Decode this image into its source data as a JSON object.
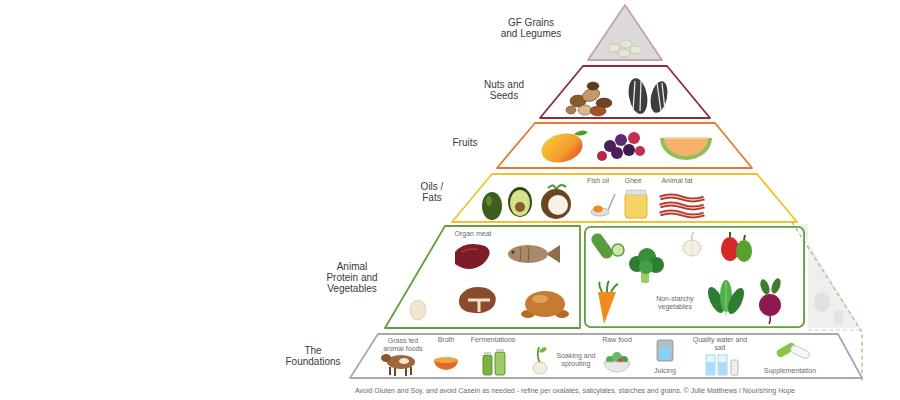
{
  "diagram": {
    "nodes": [
      {
        "text": [
          "GF Grains and Legumes"
        ]
      },
      {
        "text": [
          "Nuts and Seeds"
        ]
      },
      {
        "text": [
          "Fruits"
        ]
      },
      {
        "text": [
          "Oils / Fats",
          "Fish oil",
          "Ghee",
          "Animal fat"
        ]
      },
      {
        "text": [
          "Animal Protein and Vegetables"
        ]
      },
      {
        "text": [
          "Organ meat"
        ],
        "in": 4
      },
      {
        "text": [
          "Non-starchy vegetables"
        ],
        "in": 4
      },
      {
        "text": [
          "The Foundations",
          "Grass fed animal foods",
          "Broth",
          "Fermentations",
          "Soaking and sprouting",
          "Raw food",
          "Juicing",
          "Quality water and salt",
          "Supplementation"
        ]
      }
    ],
    "labels": [
      "Avoid Gluten and Soy, and avoid Casein as needed - refine per oxalates, salicylates, starches and grains. © Julie Matthews / Nourishing Hope"
    ]
  }
}
